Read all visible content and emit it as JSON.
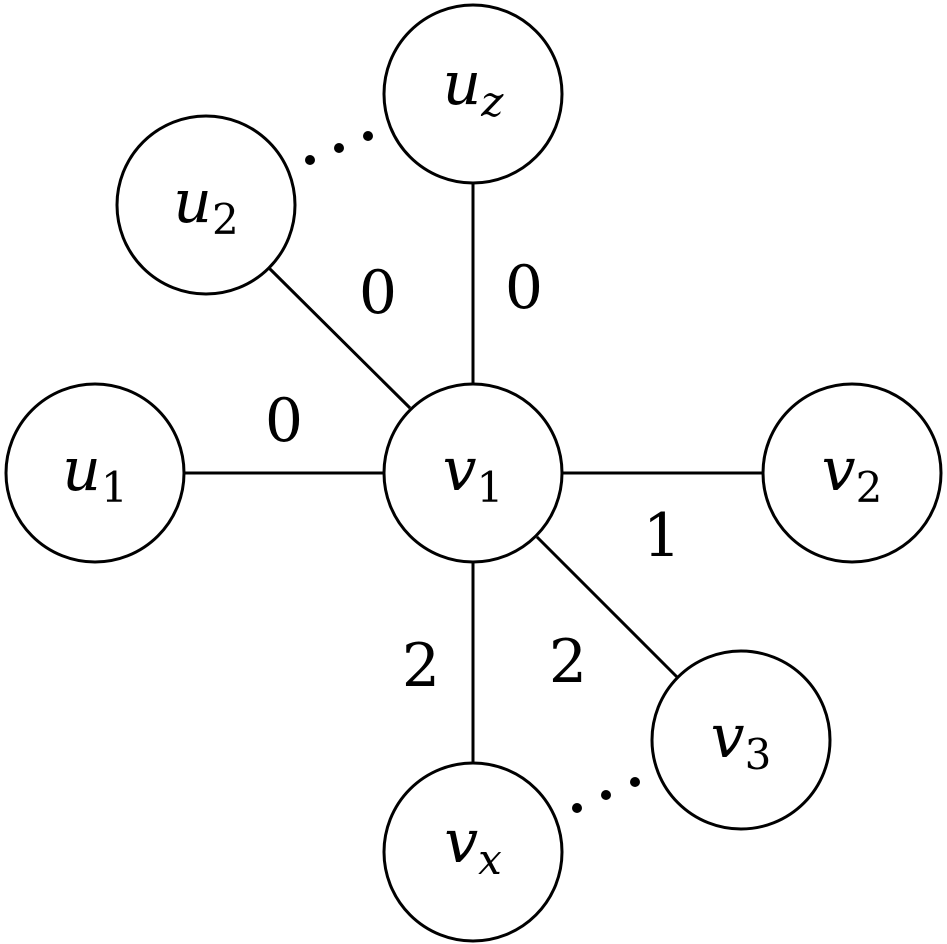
{
  "nodes": {
    "u1": {
      "base": "u",
      "sub": "1"
    },
    "u2": {
      "base": "u",
      "sub": "2"
    },
    "uz": {
      "base": "u",
      "sub": "z"
    },
    "v1": {
      "base": "v",
      "sub": "1"
    },
    "v2": {
      "base": "v",
      "sub": "2"
    },
    "v3": {
      "base": "v",
      "sub": "3"
    },
    "vx": {
      "base": "v",
      "sub": "x"
    }
  },
  "edges": [
    {
      "from": "v1",
      "to": "u1",
      "label": "0"
    },
    {
      "from": "v1",
      "to": "u2",
      "label": "0"
    },
    {
      "from": "v1",
      "to": "uz",
      "label": "0"
    },
    {
      "from": "v1",
      "to": "v2",
      "label": "1"
    },
    {
      "from": "v1",
      "to": "v3",
      "label": "2"
    },
    {
      "from": "v1",
      "to": "vx",
      "label": "2"
    }
  ]
}
